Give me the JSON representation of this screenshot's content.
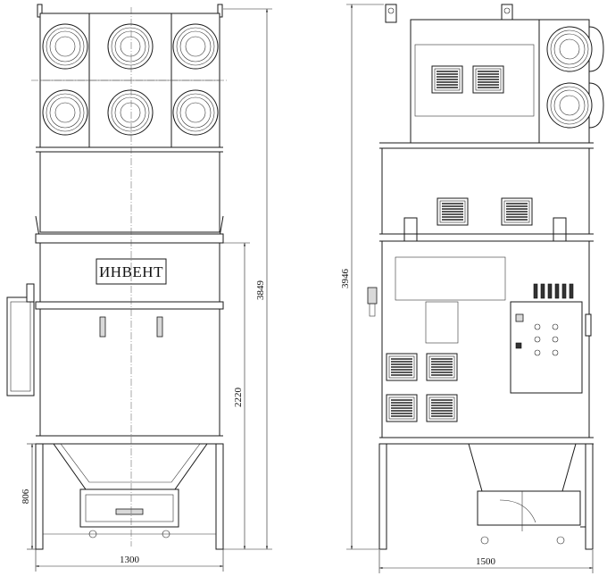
{
  "drawing": {
    "brand_label": "ИНВЕНТ",
    "front_view": {
      "width_dim": "1300",
      "height_dim_total": "3849",
      "height_dim_leg": "2220",
      "height_dim_hopper": "806"
    },
    "side_view": {
      "width_dim": "1500",
      "height_dim_total": "3946"
    }
  }
}
